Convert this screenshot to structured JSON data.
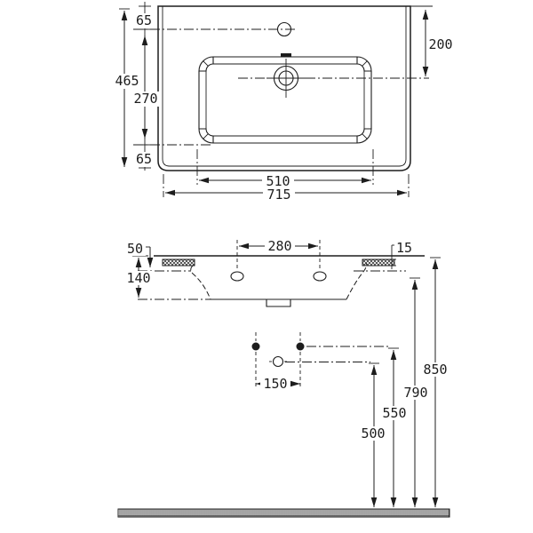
{
  "drawing": {
    "kind": "washbasin technical dimension drawing",
    "line_color": "#1d1d1d",
    "background_color": "#ffffff",
    "top_view": {
      "dims": {
        "back_edge_to_overflow": "65",
        "overall_depth": "465",
        "overflow_to_bowl_front": "270",
        "bowl_front_to_front_edge": "65",
        "right_edge_to_tap_center": "200",
        "bowl_width": "510",
        "overall_width": "715"
      }
    },
    "front_view": {
      "dims": {
        "top_to_bracket": "50",
        "top_to_body_bottom": "140",
        "fixing_hole_spacing": "280",
        "bracket_thickness": "15",
        "bolt_spacing": "150",
        "drain_height_from_floor": "500",
        "bolt_height_from_floor": "550",
        "body_bottom_height_from_floor": "790",
        "rim_height_from_floor": "850"
      }
    }
  }
}
